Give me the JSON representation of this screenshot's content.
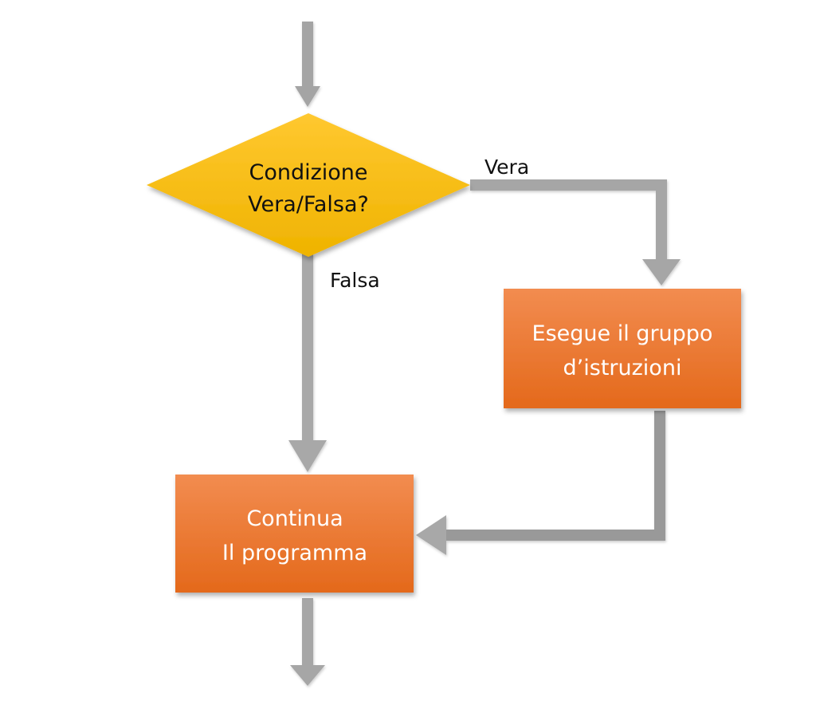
{
  "diagram": {
    "decision": {
      "line1": "Condizione",
      "line2": "Vera/Falsa?",
      "color_top": "#FFC72C",
      "color_bottom": "#F0B400"
    },
    "branch_true_label": "Vera",
    "branch_false_label": "Falsa",
    "execute_box": {
      "line1": "Esegue il gruppo",
      "line2": "d’istruzioni"
    },
    "continue_box": {
      "line1": "Continua",
      "line2": "Il programma"
    },
    "colors": {
      "box_top": "#F08A48",
      "box_bottom": "#E56A1C",
      "arrow": "#A6A6A6",
      "text_dark": "#111111",
      "text_light": "#FFFFFF"
    }
  }
}
